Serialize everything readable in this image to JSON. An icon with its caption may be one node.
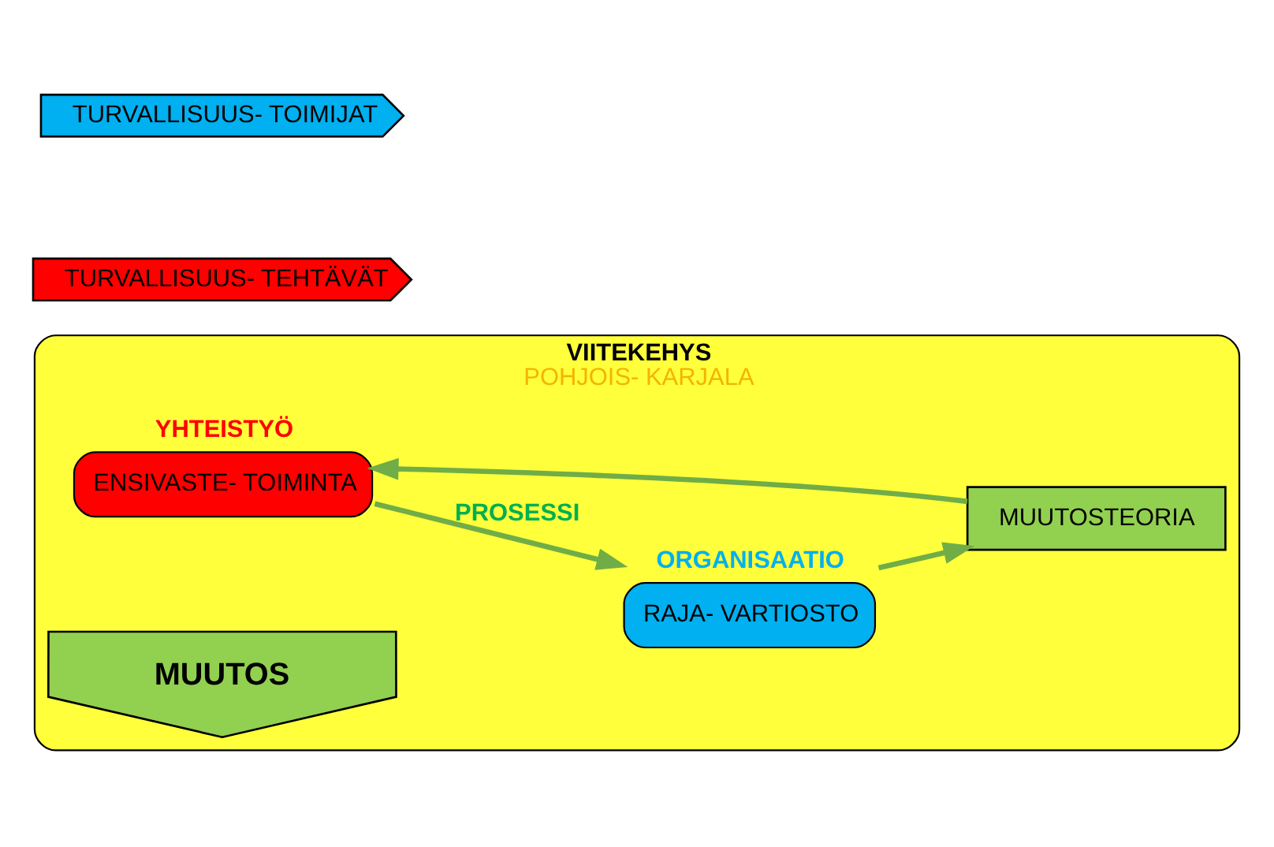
{
  "diagram": {
    "nodes": [
      {
        "text": [
          "VIITEKEHYS",
          "POHJOIS- KARJALA"
        ]
      },
      {
        "text": [
          "TURVALLISUUS- TEHTÄVÄT"
        ]
      },
      {
        "text": [
          "YHTEISTYÖ",
          "ENSIVASTE- TOIMINTA"
        ],
        "in": 0
      },
      {
        "text": [
          "TURVALLISUUS- TOIMIJAT"
        ]
      },
      {
        "text": [
          "ORGANISAATIO",
          "RAJA- VARTIOSTO"
        ],
        "in": 0
      },
      {
        "text": [
          "MUUTOS"
        ],
        "in": 0
      },
      {
        "text": [
          "MUUTOSTEORIA"
        ],
        "in": 0
      }
    ],
    "edges": [
      {
        "from": 6,
        "to": 2,
        "arrow": "to",
        "color": "#70ad47"
      },
      {
        "from": 2,
        "to": 4,
        "arrow": "to",
        "label": "PROSESSI",
        "color": "#70ad47"
      },
      {
        "from": 4,
        "to": 6,
        "arrow": "to",
        "color": "#70ad47"
      }
    ]
  }
}
